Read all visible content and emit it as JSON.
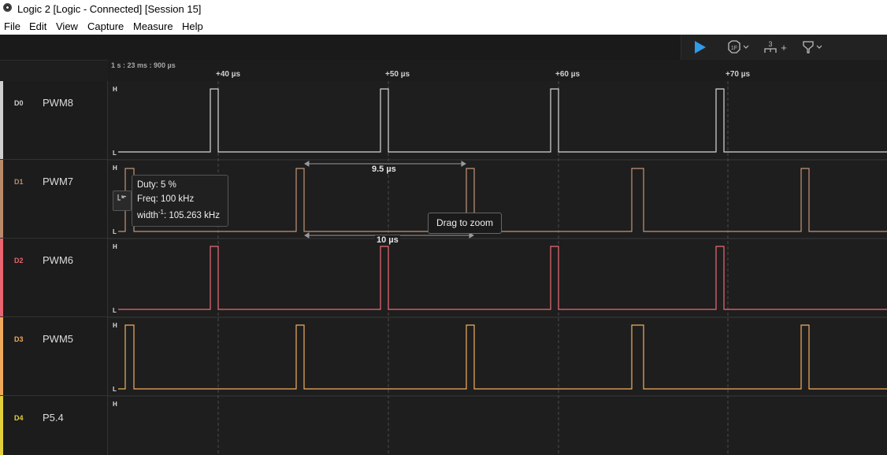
{
  "window": {
    "title": "Logic 2 [Logic - Connected] [Session 15]"
  },
  "menu": [
    "File",
    "Edit",
    "View",
    "Capture",
    "Measure",
    "Help"
  ],
  "toolbar": {
    "run_icon": "play-icon",
    "trigger_icon": "trigger-icon",
    "measure_icon": "measure-icon",
    "marker_icon": "marker-icon",
    "measure_badge": "3",
    "add": "+",
    "chevron": "⌄"
  },
  "colors": {
    "d0": "#cfcfcf",
    "d1": "#b98a6a",
    "d2": "#e8646e",
    "d3": "#f0a85a",
    "d4": "#e3cf3a",
    "accent": "#2f9be8"
  },
  "ruler": {
    "origin": "1 s : 23 ms : 900 µs",
    "ticks": [
      "+40 µs",
      "+50 µs",
      "+60 µs",
      "+70 µs"
    ]
  },
  "channels": [
    {
      "index": "D0",
      "name": "PWM8"
    },
    {
      "index": "D1",
      "name": "PWM7"
    },
    {
      "index": "D2",
      "name": "PWM6"
    },
    {
      "index": "D3",
      "name": "PWM5"
    },
    {
      "index": "D4",
      "name": "P5.4"
    }
  ],
  "levels": {
    "high": "H",
    "low": "L"
  },
  "popup": {
    "duty": "Duty: 5 %",
    "freq": "Freq: 100 kHz",
    "width_prefix": "width",
    "width_exp": "-1",
    "width_value": ": 105.263 kHz"
  },
  "tooltip": "Drag to zoom",
  "measurements": {
    "top": "9.5 µs",
    "bottom": "10 µs"
  }
}
